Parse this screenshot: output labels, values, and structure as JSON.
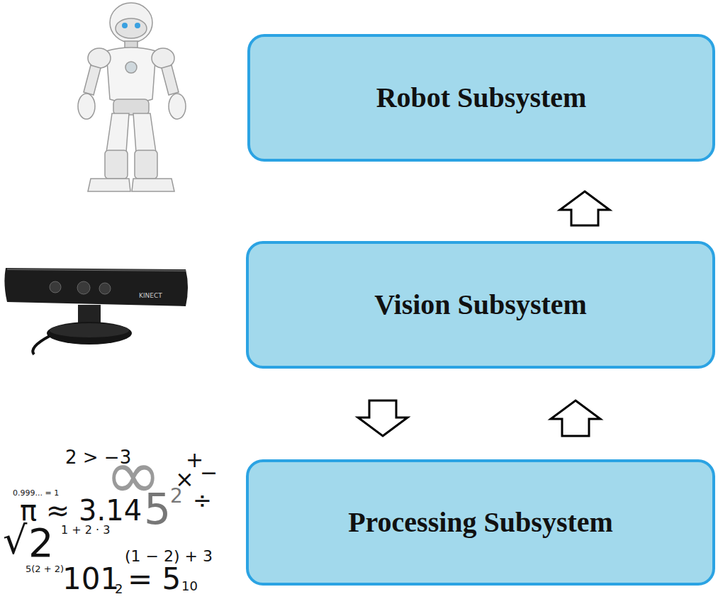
{
  "diagram": {
    "nodes": [
      {
        "text": [
          "Robot Subsystem"
        ]
      },
      {
        "text": [
          "Vision Subsystem"
        ]
      },
      {
        "text": [
          "Processing Subsystem"
        ]
      }
    ],
    "edges": [
      {
        "from": 1,
        "to": 0,
        "arrow": "to"
      },
      {
        "from": 1,
        "to": 2,
        "arrow": "to"
      },
      {
        "from": 2,
        "to": 1,
        "arrow": "to"
      }
    ],
    "labels": [
      "KINECT",
      "2 > −3",
      "0.999... = 1",
      "∞",
      "+",
      "−",
      "×",
      "÷",
      "π ≈ 3.14",
      "5",
      "2",
      "√",
      "2",
      "1 + 2 · 3",
      "(1 − 2) + 3",
      "5(2 + 2)",
      "101",
      "2",
      "= 5",
      "10"
    ]
  }
}
